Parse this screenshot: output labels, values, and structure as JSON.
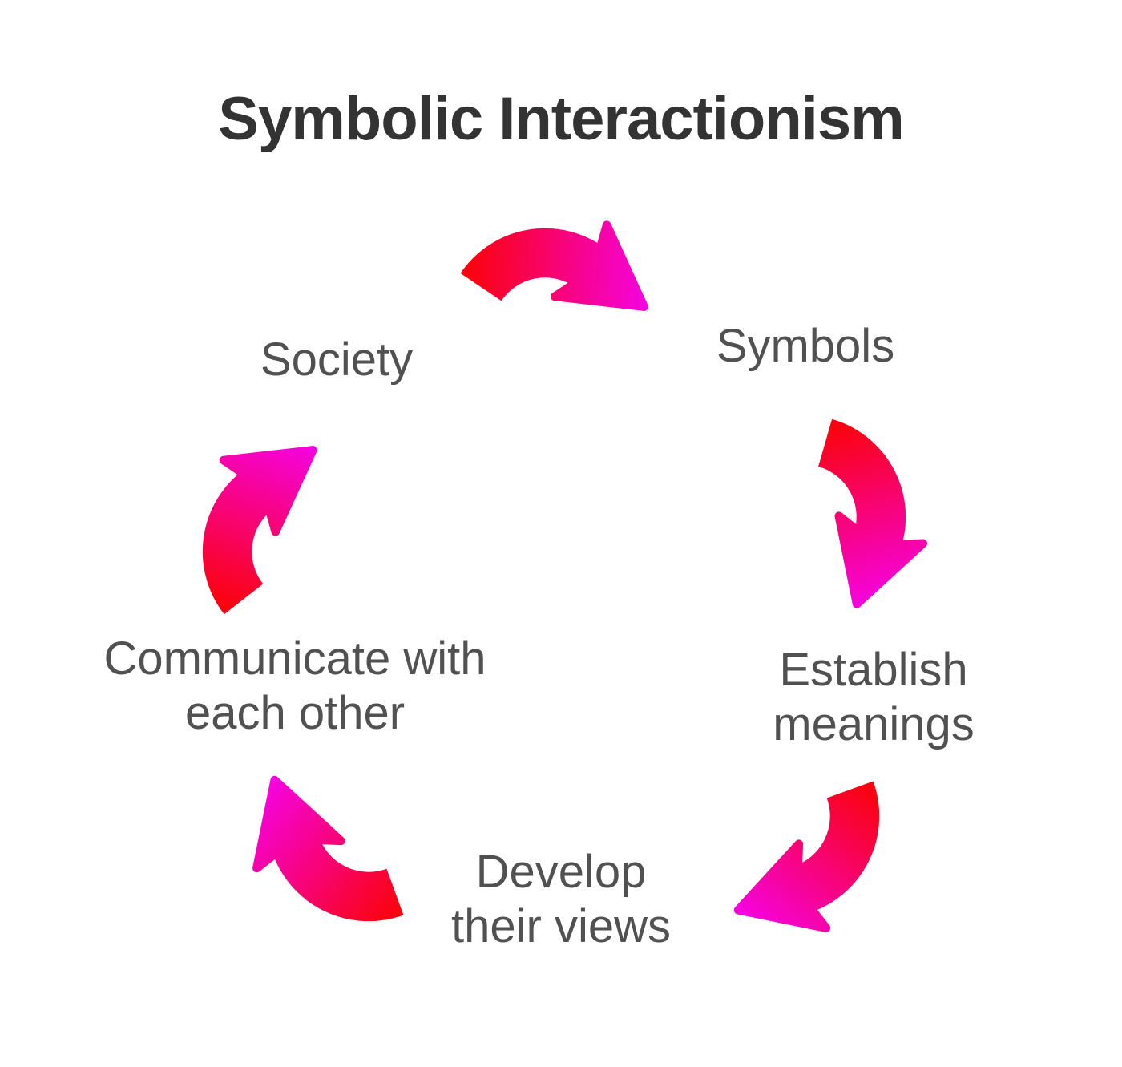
{
  "title": "Symbolic Interactionism",
  "theme": {
    "background": "#ffffff",
    "title_color": "#333333",
    "label_color": "#515151",
    "arrow_gradient_start": "#fa0311",
    "arrow_gradient_end": "#f503e0"
  },
  "cycle": {
    "nodes": [
      {
        "name": "society",
        "lines": [
          "Society"
        ]
      },
      {
        "name": "symbols",
        "lines": [
          "Symbols"
        ]
      },
      {
        "name": "establish-meanings",
        "lines": [
          "Establish",
          "meanings"
        ]
      },
      {
        "name": "develop-their-views",
        "lines": [
          "Develop",
          "their views"
        ]
      },
      {
        "name": "communicate-with-each-other",
        "lines": [
          "Communicate with",
          "each other"
        ]
      }
    ],
    "arrows": [
      {
        "name": "arrow-society-to-symbols"
      },
      {
        "name": "arrow-symbols-to-establish-meanings"
      },
      {
        "name": "arrow-establish-meanings-to-develop-their-views"
      },
      {
        "name": "arrow-develop-their-views-to-communicate-with-each-other"
      },
      {
        "name": "arrow-communicate-with-each-other-to-society"
      }
    ]
  }
}
